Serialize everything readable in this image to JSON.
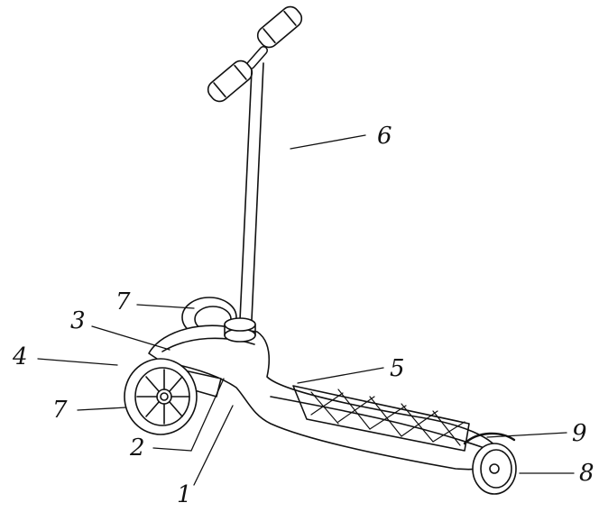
{
  "figure": {
    "labels": [
      {
        "id": "handlebar-stem",
        "text": "6"
      },
      {
        "id": "rear-wheel-back",
        "text": "7"
      },
      {
        "id": "deck-front",
        "text": "3"
      },
      {
        "id": "axle-assembly",
        "text": "4"
      },
      {
        "id": "deck-platform",
        "text": "5"
      },
      {
        "id": "rear-wheel-front",
        "text": "7"
      },
      {
        "id": "front-fender",
        "text": "9"
      },
      {
        "id": "support",
        "text": "2"
      },
      {
        "id": "front-wheel",
        "text": "8"
      },
      {
        "id": "body",
        "text": "1"
      }
    ]
  }
}
